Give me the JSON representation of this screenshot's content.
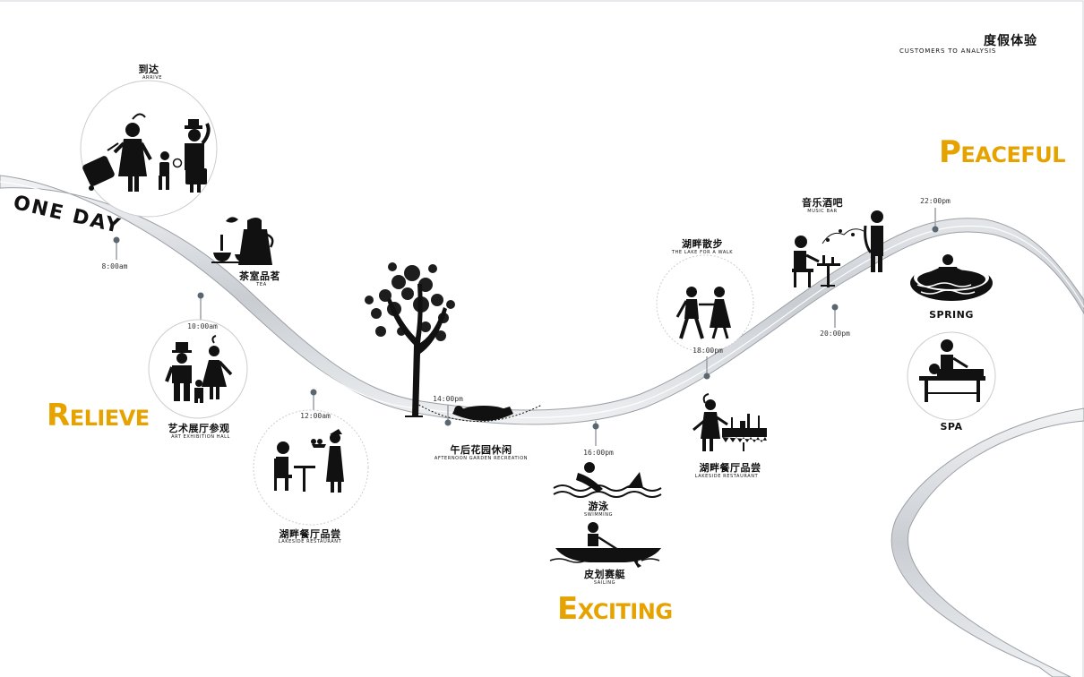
{
  "header": {
    "title_cn": "度假体验",
    "title_en": "CUSTOMERS TO ANALYSIS"
  },
  "banner": {
    "text": "ONE DAY"
  },
  "moods": [
    {
      "initial": "R",
      "rest": "ELIEVE"
    },
    {
      "initial": "E",
      "rest": "XCITING"
    },
    {
      "initial": "P",
      "rest": "EACEFUL"
    }
  ],
  "times": [
    "8:00am",
    "10:00am",
    "12:00am",
    "14:00pm",
    "16:00pm",
    "18:00pm",
    "20:00pm",
    "22:00pm"
  ],
  "activities": [
    {
      "cn": "到达",
      "en": "ARRIVE",
      "icon": "travelers-icon"
    },
    {
      "cn": "茶室品茗",
      "en": "TEA",
      "icon": "teapot-icon"
    },
    {
      "cn": "艺术展厅参观",
      "en": "ART EXHIBITION HALL",
      "icon": "family-icon"
    },
    {
      "cn": "湖畔餐厅品尝",
      "en": "LAKESIDE RESTAURANT",
      "icon": "dining-icon"
    },
    {
      "cn": "午后花园休闲",
      "en": "AFTERNOON GARDEN RECREATION",
      "icon": "hammock-tree-icon"
    },
    {
      "cn": "游泳",
      "en": "SWIMMING",
      "icon": "swimmer-icon"
    },
    {
      "cn": "皮划赛艇",
      "en": "SAILING",
      "icon": "canoe-icon"
    },
    {
      "cn": "湖畔散步",
      "en": "THE LAKE FOR A WALK",
      "icon": "couple-walking-icon"
    },
    {
      "cn": "湖畔餐厅品尝",
      "en": "LAKESIDE RESTAURANT",
      "icon": "waiter-table-icon"
    },
    {
      "cn": "音乐酒吧",
      "en": "MUSIC BAR",
      "icon": "saxophone-bar-icon"
    },
    {
      "label": "SPRING",
      "icon": "hot-spring-icon"
    },
    {
      "label": "SPA",
      "icon": "massage-icon"
    }
  ],
  "colors": {
    "accent": "#e6a300",
    "ribbon": "#d5d8dc",
    "ribbon_edge": "#9aa0a6",
    "ink": "#111111"
  }
}
